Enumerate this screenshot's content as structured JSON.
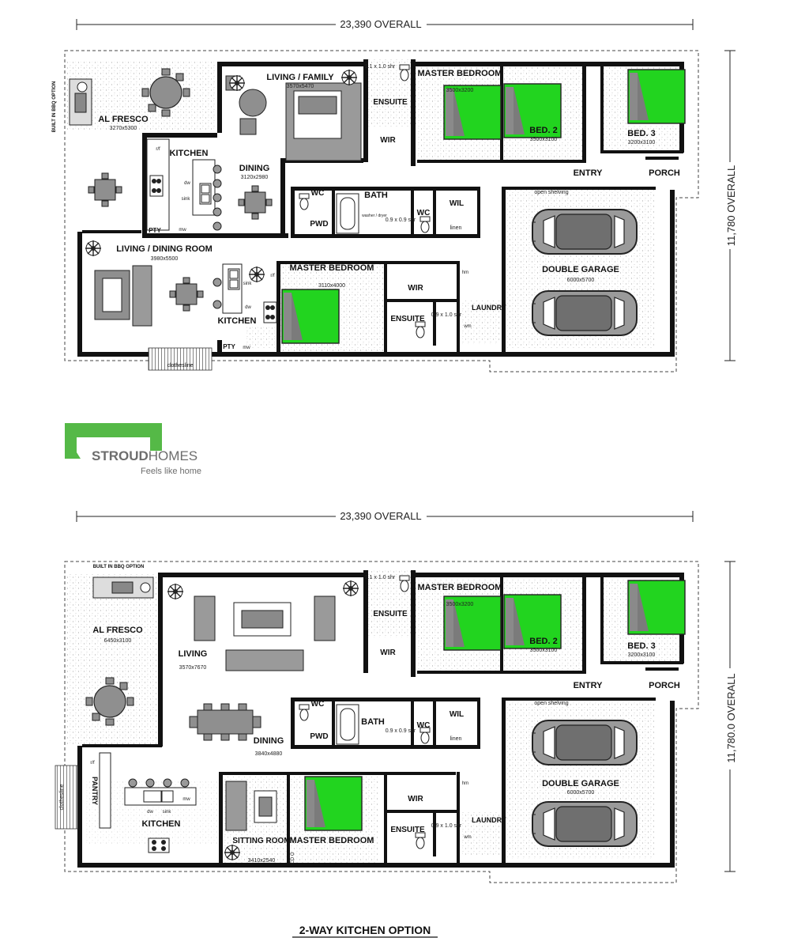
{
  "brand": {
    "name_bold": "STROUD",
    "name_rest": "HOMES",
    "tagline": "Feels like home",
    "colors": {
      "green": "#55b947",
      "grey": "#7c7c7c"
    }
  },
  "colors": {
    "bed_green": "#22d41f",
    "furniture": "#808080",
    "wall": "#111111"
  },
  "plan_top": {
    "overall_width": "23,390 OVERALL",
    "overall_depth": "11,780 OVERALL",
    "rooms": {
      "bbq": "BUILT IN BBQ OPTION",
      "alfresco": "AL FRESCO",
      "alfresco_dim": "3270x5300",
      "living_family": "LIVING / FAMILY",
      "living_family_dim": "3570x5470",
      "kitchen1": "KITCHEN",
      "dining": "DINING",
      "dining_dim": "3120x2980",
      "master": "MASTER BEDROOM",
      "master_dim": "3500x3200",
      "ensuite": "ENSUITE",
      "wir": "WIR",
      "shr": "1.1 x 1.0 shr",
      "bed2": "BED. 2",
      "bed2_dim": "3500x3100",
      "bed3": "BED. 3",
      "bed3_dim": "3200x3100",
      "entry": "ENTRY",
      "porch": "PORCH",
      "wc": "WC",
      "pwd": "PWD",
      "bath": "BATH",
      "wc2": "WC",
      "wil": "WIL",
      "linen": "linen",
      "shr2": "0.9 x 0.9 shr",
      "washer": "washer / dryer",
      "open_shelving": "open shelving",
      "garage": "DOUBLE GARAGE",
      "garage_dim": "6000x5700",
      "living_dining": "LIVING / DINING ROOM",
      "living_dining_dim": "3980x5500",
      "kitchen2": "KITCHEN",
      "pty": "PTY",
      "mw": "mw",
      "rf": "r/f",
      "dw": "dw",
      "sink": "sink",
      "master2": "MASTER BEDROOM",
      "master2_dim": "3110x4000",
      "wir2": "WIR",
      "ensuite2": "ENSUITE",
      "shr3": "0.9 x 1.0 shr",
      "laundry": "LAUNDRY",
      "clothesline": "clothesline",
      "hm": "hm",
      "wm": "wm"
    }
  },
  "plan_bottom": {
    "overall_width": "23,390 OVERALL",
    "overall_depth": "11,780.0 OVERALL",
    "title": "2-WAY KITCHEN OPTION",
    "rooms": {
      "bbq": "BUILT IN BBQ OPTION",
      "alfresco": "AL FRESCO",
      "alfresco_dim": "6450x3100",
      "living": "LIVING",
      "living_dim": "3570x7670",
      "dining": "DINING",
      "dining_dim": "3840x4880",
      "master": "MASTER BEDROOM",
      "master_dim": "3500x3200",
      "ensuite": "ENSUITE",
      "wir": "WIR",
      "shr": "1.1 x 1.0 shr",
      "bed2": "BED. 2",
      "bed2_dim": "3500x3100",
      "bed3": "BED. 3",
      "bed3_dim": "3200x3100",
      "entry": "ENTRY",
      "porch": "PORCH",
      "wc": "WC",
      "pwd": "PWD",
      "bath": "BATH",
      "wc2": "WC",
      "wil": "WIL",
      "linen": "linen",
      "shr2": "0.9 x 0.9 shr",
      "open_shelving": "open shelving",
      "garage": "DOUBLE GARAGE",
      "garage_dim": "6000x5700",
      "pantry": "PANTRY",
      "kitchen": "KITCHEN",
      "clothesline": "clothesline",
      "rf": "r/f",
      "dw": "dw",
      "sink": "sink",
      "mw": "mw",
      "sitting": "SITTING ROOM",
      "sitting_dim": "3410x2540",
      "master2": "MASTER BEDROOM",
      "wir2": "WIR",
      "ensuite2": "ENSUITE",
      "shr3": "0.9 x 1.0 shr",
      "laundry": "LAUNDRY",
      "hm": "hm",
      "wm": "wm",
      "cdo": "CD O"
    }
  }
}
